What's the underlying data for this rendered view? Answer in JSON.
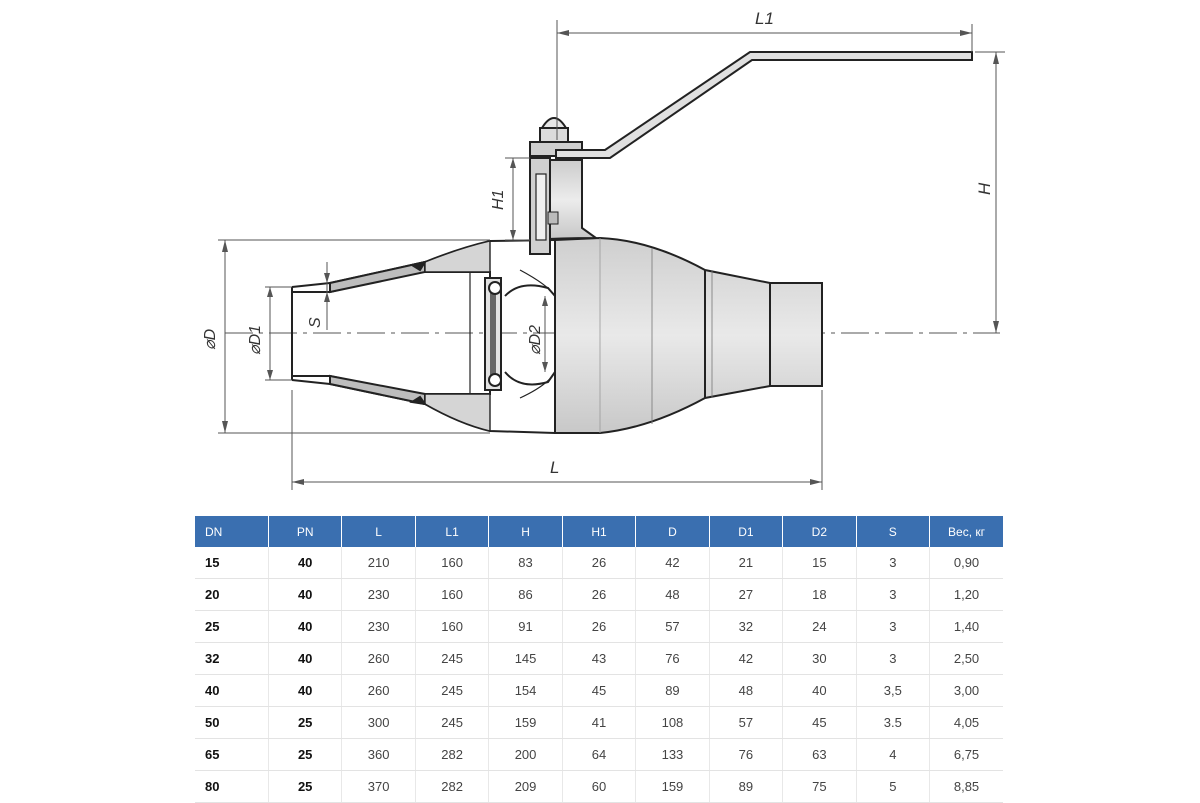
{
  "drawing": {
    "labels": {
      "L1": "L1",
      "H": "H",
      "H1": "H1",
      "D": "⌀D",
      "D1": "⌀D1",
      "D2": "⌀D2",
      "S": "S",
      "L": "L"
    }
  },
  "table": {
    "headers": [
      "DN",
      "PN",
      "L",
      "L1",
      "H",
      "H1",
      "D",
      "D1",
      "D2",
      "S",
      "Вес, кг"
    ],
    "rows": [
      [
        "15",
        "40",
        "210",
        "160",
        "83",
        "26",
        "42",
        "21",
        "15",
        "3",
        "0,90"
      ],
      [
        "20",
        "40",
        "230",
        "160",
        "86",
        "26",
        "48",
        "27",
        "18",
        "3",
        "1,20"
      ],
      [
        "25",
        "40",
        "230",
        "160",
        "91",
        "26",
        "57",
        "32",
        "24",
        "3",
        "1,40"
      ],
      [
        "32",
        "40",
        "260",
        "245",
        "145",
        "43",
        "76",
        "42",
        "30",
        "3",
        "2,50"
      ],
      [
        "40",
        "40",
        "260",
        "245",
        "154",
        "45",
        "89",
        "48",
        "40",
        "3,5",
        "3,00"
      ],
      [
        "50",
        "25",
        "300",
        "245",
        "159",
        "41",
        "108",
        "57",
        "45",
        "3.5",
        "4,05"
      ],
      [
        "65",
        "25",
        "360",
        "282",
        "200",
        "64",
        "133",
        "76",
        "63",
        "4",
        "6,75"
      ],
      [
        "80",
        "25",
        "370",
        "282",
        "209",
        "60",
        "159",
        "89",
        "75",
        "5",
        "8,85"
      ]
    ]
  }
}
